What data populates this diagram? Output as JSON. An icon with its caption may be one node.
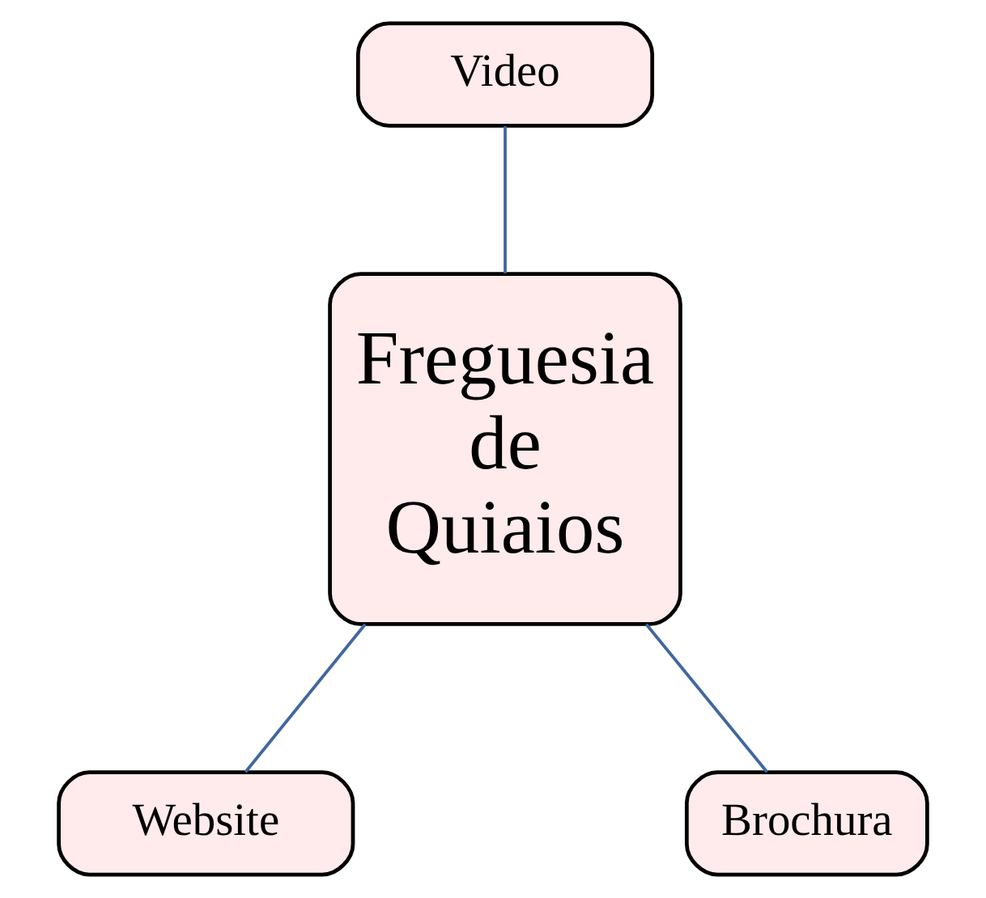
{
  "diagram": {
    "nodes": [
      {
        "text": [
          "Video"
        ]
      },
      {
        "text": [
          "Freguesia de Quiaios"
        ]
      },
      {
        "text": [
          "Website"
        ]
      },
      {
        "text": [
          "Brochura"
        ]
      }
    ],
    "edges": [
      {
        "from": 0,
        "to": 1,
        "arrow": "none"
      },
      {
        "from": 1,
        "to": 2,
        "arrow": "none"
      },
      {
        "from": 1,
        "to": 3,
        "arrow": "none"
      }
    ]
  }
}
